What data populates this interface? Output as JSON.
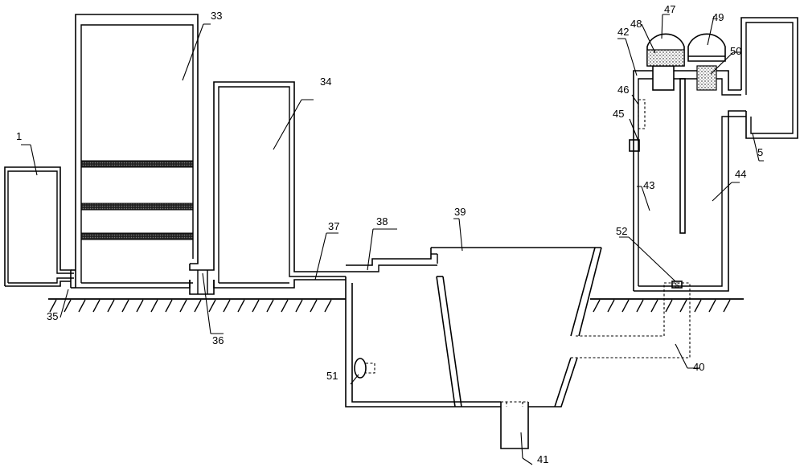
{
  "labels": {
    "l1": "1",
    "l5": "5",
    "l33": "33",
    "l34": "34",
    "l35": "35",
    "l36": "36",
    "l37": "37",
    "l38": "38",
    "l39": "39",
    "l40": "40",
    "l41": "41",
    "l42": "42",
    "l43": "43",
    "l44": "44",
    "l45": "45",
    "l46": "46",
    "l47": "47",
    "l48": "48",
    "l49": "49",
    "l50": "50",
    "l51": "51",
    "l52": "52"
  }
}
